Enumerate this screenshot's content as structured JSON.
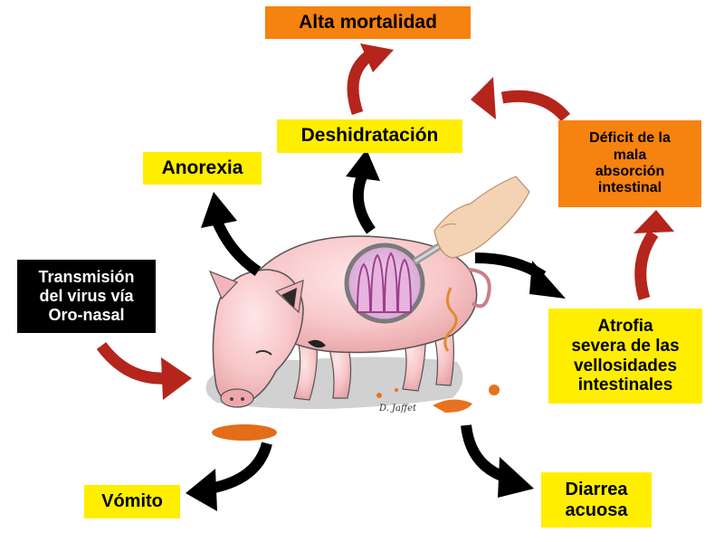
{
  "boxes": {
    "alta_mortalidad": "Alta mortalidad",
    "deshidratacion": "Deshidratación",
    "deficit": "Déficit de la\nmala\nabsorción\nintestinal",
    "anorexia": "Anorexia",
    "transmision": "Transmisión\ndel virus vía\nOro-nasal",
    "atrofia": "Atrofia\nsevera de las\nvellosidades\nintestinales",
    "vomito": "Vómito",
    "diarrea": "Diarrea\nacuosa"
  },
  "signature": "D. Jaffet",
  "colors": {
    "yellow_box": "#ffee00",
    "orange_box": "#f6820f",
    "black_box": "#000000",
    "red_arrow": "#b5251b",
    "black_arrow": "#000000",
    "pig_body": "#f7c6c8"
  },
  "icons": [
    "pig-illustration",
    "magnifying-glass-icon",
    "hand-icon",
    "intestinal-villi-image"
  ]
}
